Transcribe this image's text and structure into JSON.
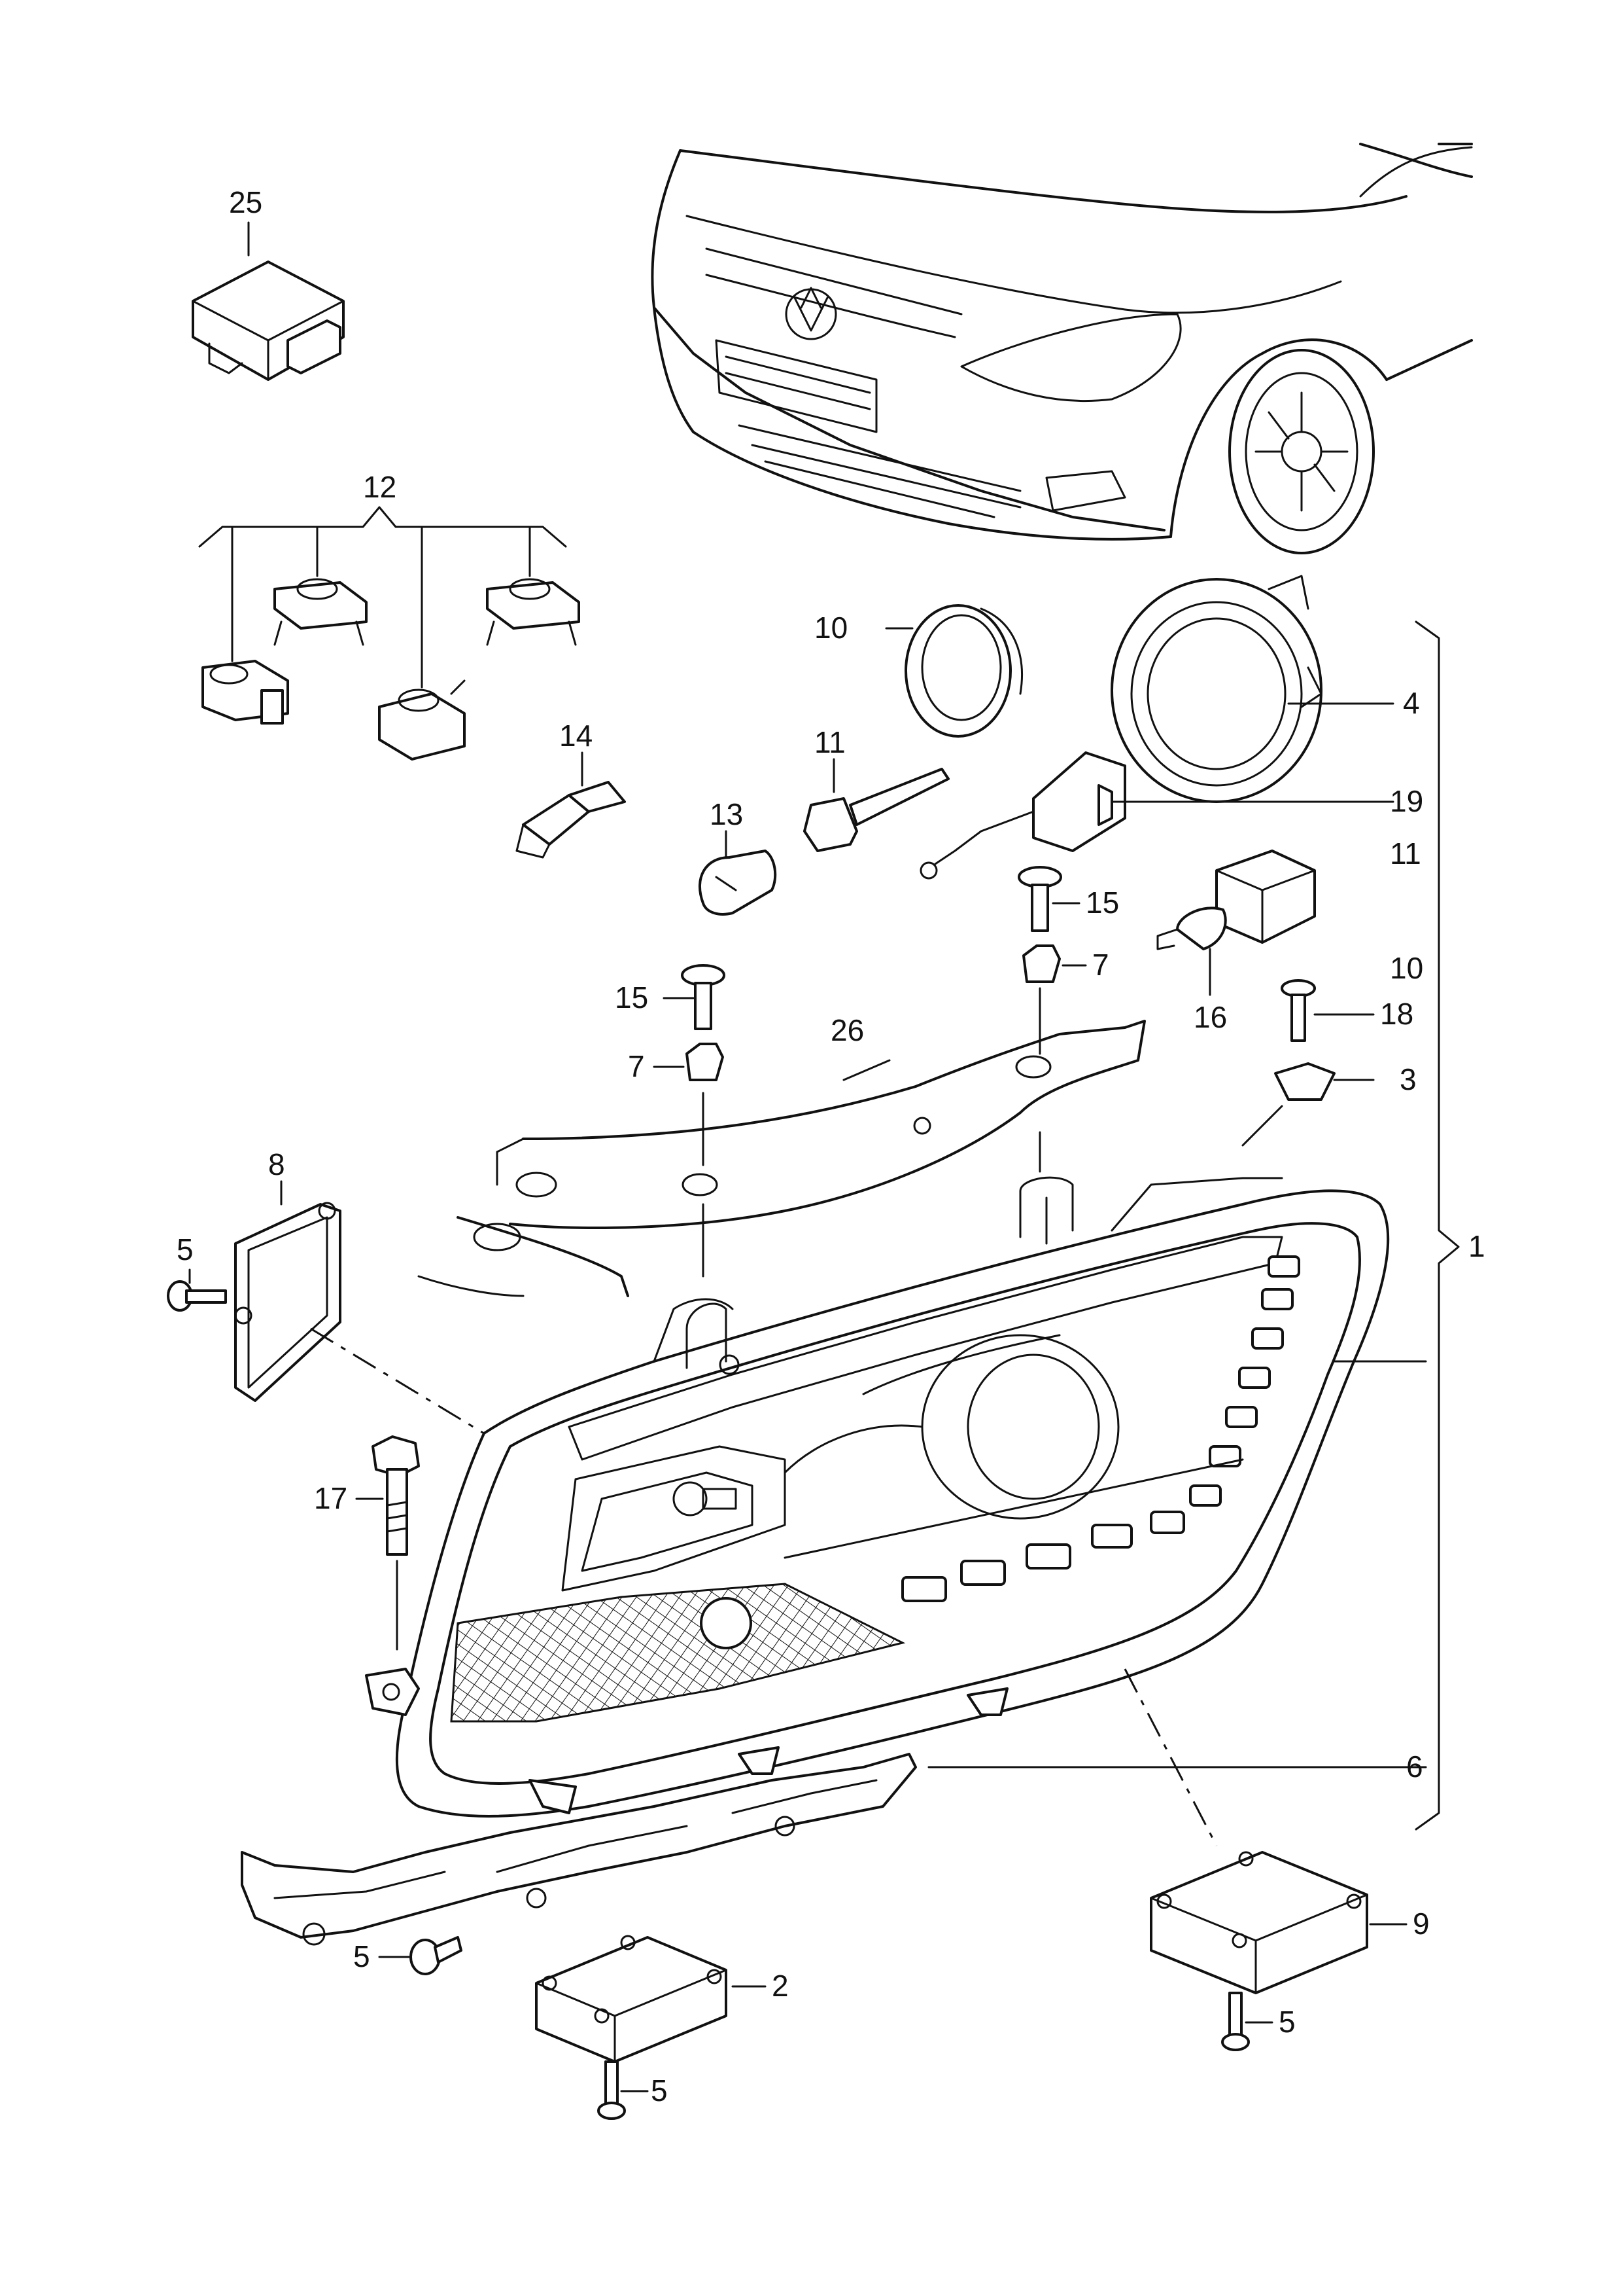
{
  "callouts": {
    "c25": "25",
    "c12": "12",
    "c10a": "10",
    "c4": "4",
    "c14": "14",
    "c11a": "11",
    "c13": "13",
    "c19": "19",
    "c11b": "11",
    "c15a": "15",
    "c15b": "15",
    "c7a": "7",
    "c7b": "7",
    "c10b": "10",
    "c26": "26",
    "c16": "16",
    "c18": "18",
    "c3": "3",
    "c8": "8",
    "c5a": "5",
    "c1": "1",
    "c17": "17",
    "c6": "6",
    "c9": "9",
    "c5b": "5",
    "c2": "2",
    "c5c": "5",
    "c5d": "5"
  }
}
